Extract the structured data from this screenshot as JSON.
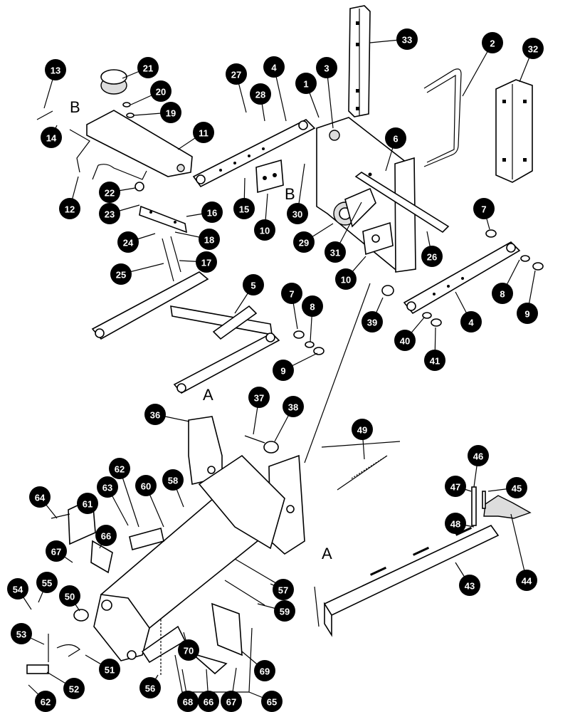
{
  "diagram": {
    "section_markers": [
      "A",
      "B"
    ],
    "callouts": [
      "1",
      "2",
      "3",
      "4",
      "5",
      "6",
      "7",
      "8",
      "9",
      "10",
      "11",
      "12",
      "13",
      "14",
      "15",
      "16",
      "17",
      "18",
      "19",
      "20",
      "21",
      "22",
      "23",
      "24",
      "25",
      "26",
      "27",
      "28",
      "29",
      "30",
      "31",
      "32",
      "33",
      "36",
      "37",
      "38",
      "39",
      "40",
      "41",
      "43",
      "44",
      "45",
      "46",
      "47",
      "48",
      "49",
      "50",
      "51",
      "52",
      "53",
      "54",
      "55",
      "56",
      "57",
      "58",
      "59",
      "60",
      "61",
      "62",
      "63",
      "64",
      "65",
      "66",
      "67",
      "68",
      "69",
      "70"
    ]
  }
}
